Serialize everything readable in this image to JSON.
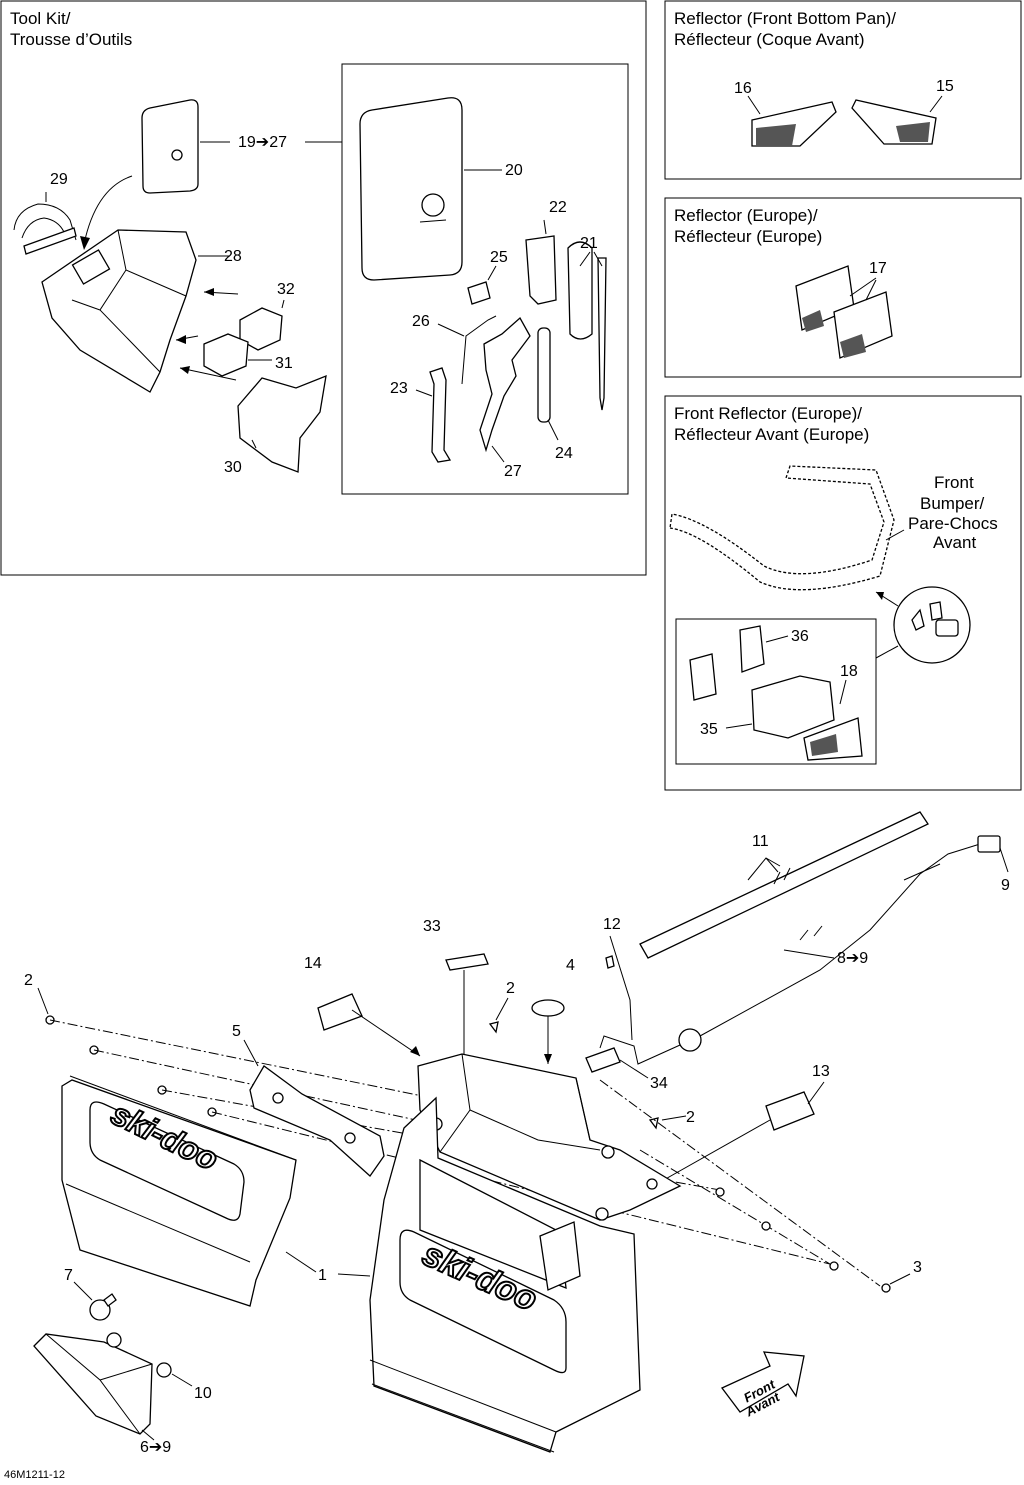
{
  "panels": {
    "tool_kit": {
      "title_line1": "Tool Kit/",
      "title_line2": "Trousse d’Outils"
    },
    "reflector_front_bottom_pan": {
      "title_line1": "Reflector (Front Bottom Pan)/",
      "title_line2": "Réflecteur (Coque Avant)"
    },
    "reflector_europe": {
      "title_line1": "Reflector (Europe)/",
      "title_line2": "Réflecteur (Europe)"
    },
    "front_reflector_europe": {
      "title_line1": "Front Reflector (Europe)/",
      "title_line2": "Réflecteur Avant (Europe)"
    }
  },
  "bumper_label": {
    "line1": "Front",
    "line2": "Bumper/",
    "line3": "Pare-Chocs",
    "line4": "Avant"
  },
  "front_arrow": {
    "line1": "Front",
    "line2": "Avant"
  },
  "brand_text": "ski-doo",
  "callouts": {
    "c19_27": "19➔27",
    "c20": "20",
    "c21": "21",
    "c22": "22",
    "c23": "23",
    "c24": "24",
    "c25": "25",
    "c26": "26",
    "c27": "27",
    "c28": "28",
    "c29": "29",
    "c30": "30",
    "c31": "31",
    "c32": "32",
    "c16": "16",
    "c15": "15",
    "c17": "17",
    "c36": "36",
    "c18": "18",
    "c35": "35",
    "c11": "11",
    "c9": "9",
    "c8_9": "8➔9",
    "c12": "12",
    "c33": "33",
    "c14": "14",
    "c2a": "2",
    "c2b": "2",
    "c2c": "2",
    "c4": "4",
    "c5": "5",
    "c34": "34",
    "c13": "13",
    "c1": "1",
    "c3": "3",
    "c7": "7",
    "c10": "10",
    "c6_9": "6➔9"
  },
  "diagram_code": "46M1211-12"
}
